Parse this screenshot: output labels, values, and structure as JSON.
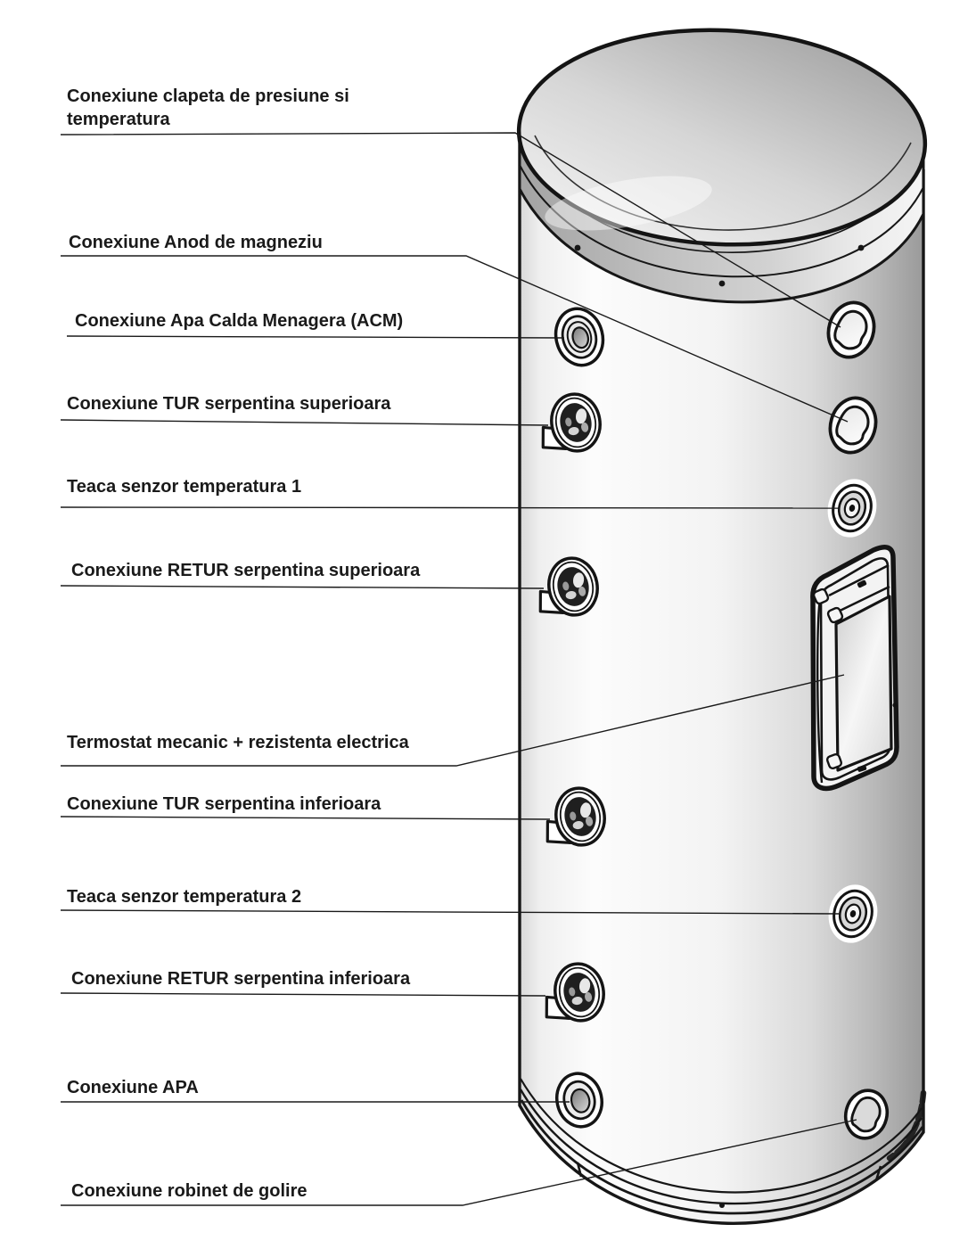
{
  "labels": [
    {
      "id": "pressure-temp-valve",
      "text": "Conexiune clapeta de presiune si temperatura"
    },
    {
      "id": "magnesium-anode",
      "text": "Conexiune Anod de magneziu"
    },
    {
      "id": "acm",
      "text": "Conexiune Apa Calda Menagera (ACM)"
    },
    {
      "id": "tur-upper-coil",
      "text": "Conexiune TUR  serpentina superioara"
    },
    {
      "id": "sensor-sheath-1",
      "text": "Teaca senzor temperatura 1"
    },
    {
      "id": "retur-upper-coil",
      "text": "Conexiune RETUR serpentina superioara"
    },
    {
      "id": "thermostat",
      "text": "Termostat mecanic + rezistenta electrica"
    },
    {
      "id": "tur-lower-coil",
      "text": "Conexiune TUR serpentina inferioara"
    },
    {
      "id": "sensor-sheath-2",
      "text": "Teaca senzor temperatura 2"
    },
    {
      "id": "retur-lower-coil",
      "text": "Conexiune RETUR serpentina inferioara"
    },
    {
      "id": "water",
      "text": "Conexiune APA"
    },
    {
      "id": "drain-valve",
      "text": "Conexiune robinet de golire"
    }
  ],
  "colors": {
    "ink": "#1a1a1a",
    "background": "#ffffff",
    "body_light": "#fbfbfb",
    "body_dark": "#9a9a9a",
    "band_gray": "#b5b5b5"
  }
}
